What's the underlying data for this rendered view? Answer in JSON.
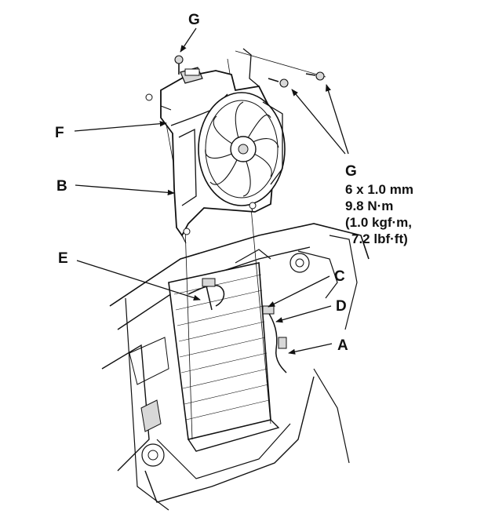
{
  "labels": {
    "g_top": "G",
    "f": "F",
    "b": "B",
    "e": "E",
    "c": "C",
    "d": "D",
    "a": "A",
    "g_spec_letter": "G"
  },
  "spec": {
    "size": "6 x 1.0 mm",
    "torque_nm": "9.8 N·m",
    "torque_kgf": "(1.0 kgf·m,",
    "torque_lbf": "7.2 lbf·ft)"
  }
}
